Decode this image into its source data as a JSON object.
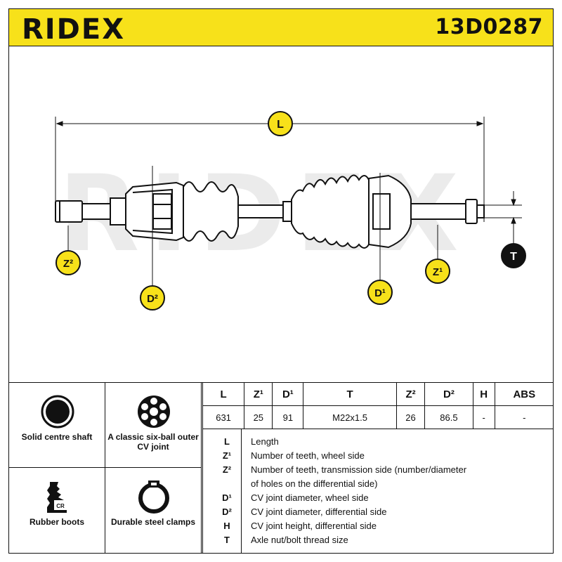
{
  "brand": {
    "logo_text": "RIDEX",
    "part_number": "13D0287"
  },
  "drawing": {
    "dimension_labels": {
      "L": "L",
      "Z2": "Z²",
      "D2": "D²",
      "D1": "D¹",
      "Z1": "Z¹",
      "T": "T"
    },
    "watermark": "RIDEX"
  },
  "features": [
    {
      "icon": "solid-circle-icon",
      "label": "Solid centre shaft"
    },
    {
      "icon": "six-ball-joint-icon",
      "label": "A classic six-ball outer CV joint"
    },
    {
      "icon": "rubber-boot-icon",
      "label": "Rubber boots"
    },
    {
      "icon": "steel-clamp-icon",
      "label": "Durable steel clamps"
    }
  ],
  "specs": {
    "headers": [
      "L",
      "Z¹",
      "D¹",
      "T",
      "Z²",
      "D²",
      "H",
      "ABS"
    ],
    "values": [
      "631",
      "25",
      "91",
      "M22x1.5",
      "26",
      "86.5",
      "-",
      "-"
    ]
  },
  "legend": [
    {
      "key": "L",
      "text": "Length"
    },
    {
      "key": "Z¹",
      "text": "Number of teeth, wheel side"
    },
    {
      "key": "Z²",
      "text": "Number of teeth, transmission side (number/diameter"
    },
    {
      "key": "",
      "text": "of holes on the differential side)"
    },
    {
      "key": "D¹",
      "text": "CV joint diameter, wheel side"
    },
    {
      "key": "D²",
      "text": "CV joint diameter, differential side"
    },
    {
      "key": "H",
      "text": "CV joint height, differential side"
    },
    {
      "key": "T",
      "text": "Axle nut/bolt thread size"
    }
  ],
  "colors": {
    "accent": "#f7e11a",
    "marker": "#f7e11a",
    "line": "#111111"
  }
}
